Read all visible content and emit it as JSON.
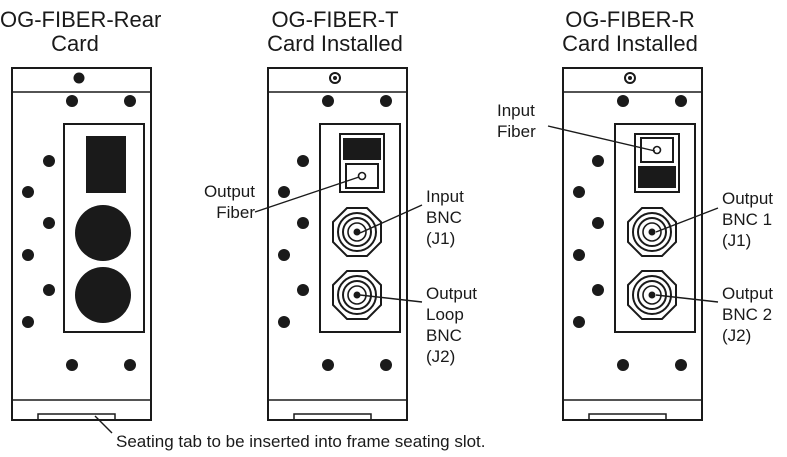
{
  "cards": [
    {
      "title_line1": "OG-FIBER-Rear",
      "title_line2": "Card"
    },
    {
      "title_line1": "OG-FIBER-T",
      "title_line2": "Card Installed"
    },
    {
      "title_line1": "OG-FIBER-R",
      "title_line2": "Card Installed"
    }
  ],
  "labels": {
    "t_output_fiber": [
      "Output",
      "Fiber"
    ],
    "t_input_bnc": [
      "Input",
      "BNC",
      "(J1)"
    ],
    "t_output_loop": [
      "Output",
      "Loop",
      "BNC",
      "(J2)"
    ],
    "r_input_fiber": [
      "Input",
      "Fiber"
    ],
    "r_output_bnc1": [
      "Output",
      "BNC 1",
      "(J1)"
    ],
    "r_output_bnc2": [
      "Output",
      "BNC 2",
      "(J2)"
    ]
  },
  "caption": "Seating tab to be inserted into frame seating slot."
}
